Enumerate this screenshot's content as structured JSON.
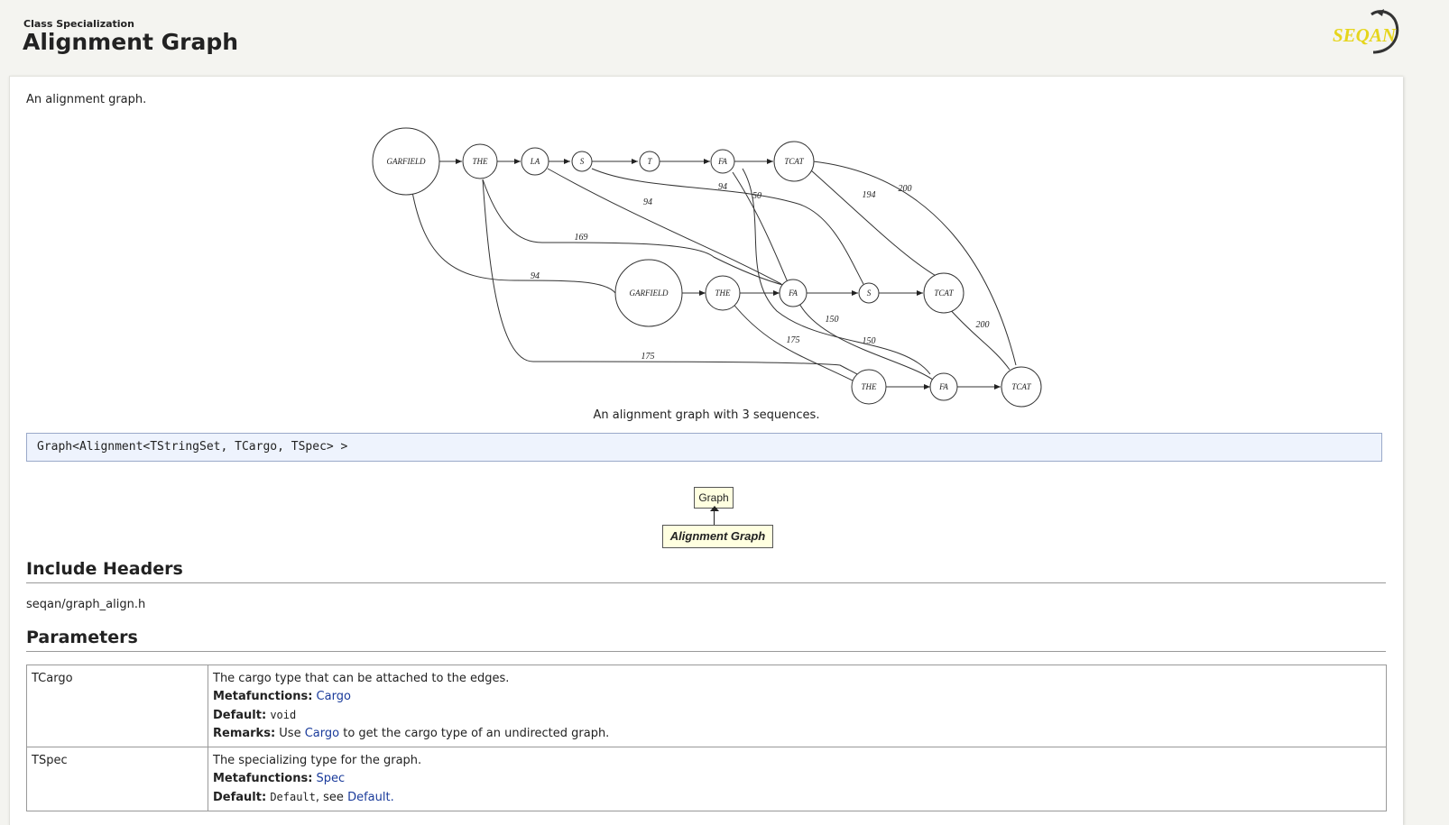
{
  "header": {
    "kicker": "Class Specialization",
    "title": "Alignment Graph",
    "logo_text": "SEQAN"
  },
  "intro": "An alignment graph.",
  "figure": {
    "caption": "An alignment graph with 3 sequences.",
    "nodes": {
      "n1": "GARFIELD",
      "n2": "THE",
      "n3": "LA",
      "n4": "S",
      "n5": "T",
      "n6": "FA",
      "n7": "TCAT",
      "m1": "GARFIELD",
      "m2": "THE",
      "m3": "FA",
      "m4": "S",
      "m5": "TCAT",
      "k1": "THE",
      "k2": "FA",
      "k3": "TCAT"
    },
    "edge_labels": {
      "e1": "94",
      "e2": "94",
      "e3": "50",
      "e4": "194",
      "e5": "200",
      "e6": "169",
      "e7": "94",
      "e8": "150",
      "e9": "175",
      "e10": "150",
      "e11": "175",
      "e12": "200"
    }
  },
  "signature": "Graph<Alignment<TStringSet, TCargo, TSpec> >",
  "hierarchy": {
    "parent": "Graph",
    "self": "Alignment Graph"
  },
  "include_headers": {
    "heading": "Include Headers",
    "file": "seqan/graph_align.h"
  },
  "parameters": {
    "heading": "Parameters",
    "rows": [
      {
        "name": "TCargo",
        "desc": "The cargo type that can be attached to the edges.",
        "meta_label": "Metafunctions:",
        "meta_link": "Cargo",
        "default_label": "Default:",
        "default_value": "void",
        "remarks_label": "Remarks:",
        "remarks_pre": "Use",
        "remarks_link": "Cargo",
        "remarks_post": "to get the cargo type of an undirected graph."
      },
      {
        "name": "TSpec",
        "desc": "The specializing type for the graph.",
        "meta_label": "Metafunctions:",
        "meta_link": "Spec",
        "default_label": "Default:",
        "default_value": "Default",
        "default_see": ", see",
        "default_link": "Default."
      }
    ]
  },
  "colors": {
    "link": "#1a3b9b",
    "signature_bg": "#eef3fd",
    "hierarchy_bg": "#ffffe0",
    "logo_yellow": "#e6d51c"
  }
}
